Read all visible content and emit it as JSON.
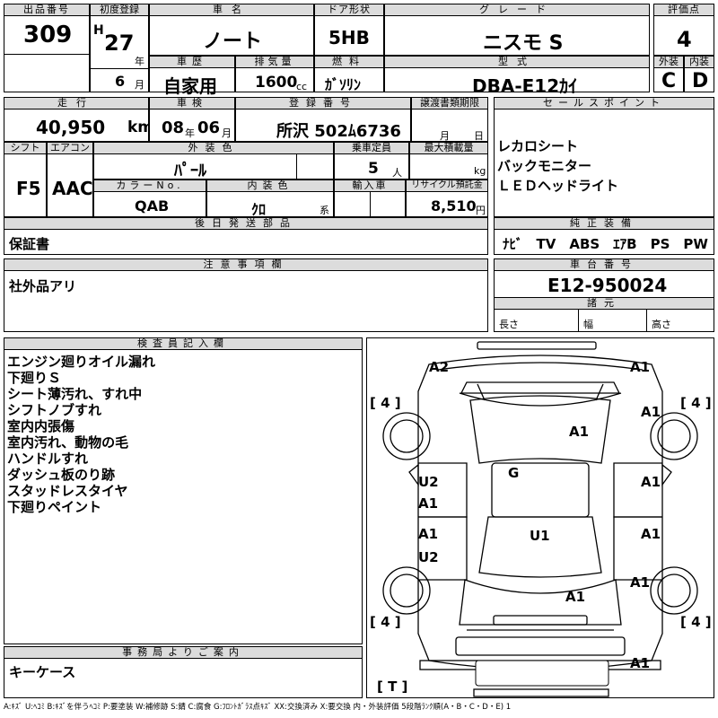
{
  "header": {
    "lot_label": "出品番号",
    "lot": "309",
    "first_reg_label": "初度登録",
    "era": "H",
    "year": "27",
    "year_unit": "年",
    "month": "6",
    "month_unit": "月",
    "car_name_label": "車名",
    "car_name": "ノート",
    "door_label": "ドア形状",
    "door": "5HB",
    "grade_label": "グレード",
    "grade": "ニスモ S",
    "score_label": "評価点",
    "score": "4",
    "history_label": "車歴",
    "history": "自家用",
    "displacement_label": "排気量",
    "displacement": "1600",
    "displacement_unit": "cc",
    "fuel_label": "燃料",
    "fuel": "ｶﾞｿﾘﾝ",
    "model_label": "型式",
    "model": "DBA-E12ｶｲ",
    "exterior_label": "外装",
    "exterior": "C",
    "interior_label": "内装",
    "interior": "D"
  },
  "row2": {
    "mileage_label": "走行",
    "mileage": "40,950",
    "mileage_unit": "km",
    "inspection_label": "車検",
    "insp_year": "08",
    "insp_year_unit": "年",
    "insp_month": "06",
    "insp_month_unit": "月",
    "plate_label": "登録番号",
    "plate": "所沢 502ﾑ6736",
    "transfer_label": "譲渡書類期限",
    "transfer_month": "月",
    "transfer_day": "日",
    "shift_label": "シフト",
    "shift": "F5",
    "ac_label": "エアコン",
    "ac": "AAC",
    "color_label": "外装色",
    "color": "ﾊﾟｰﾙ",
    "capacity_label": "乗車定員",
    "capacity": "5",
    "capacity_unit": "人",
    "load_label": "最大積載量",
    "load_unit": "kg",
    "colorno_label": "カラーNo.",
    "colorno": "QAB",
    "int_color_label": "内装色",
    "int_color": "ｸﾛ",
    "int_color_unit": "系",
    "import_label": "輸入車",
    "recycle_label": "リサイクル預託金",
    "recycle": "8,510",
    "recycle_unit": "円"
  },
  "sales": {
    "label": "セールスポイント",
    "points": [
      "レカロシート",
      "バックモニター",
      "ＬＥＤヘッドライト"
    ]
  },
  "later_parts": {
    "label": "後日発送部品",
    "value": "保証書"
  },
  "equipment": {
    "label": "純正装備",
    "value": "ﾅﾋﾞ　TV　ABS　ｴｱB　PS　PW"
  },
  "notes": {
    "label": "注意事項欄",
    "value": "社外品アリ"
  },
  "chassis": {
    "label": "車台番号",
    "value": "E12-950024",
    "dims_label": "諸元",
    "length": "長さ",
    "width": "幅",
    "height": "高さ"
  },
  "inspector": {
    "label": "検査員記入欄",
    "lines": [
      "エンジン廻りオイル漏れ",
      "下廻りＳ",
      "シート薄汚れ、すれ中",
      "シフトノブすれ",
      "室内内張傷",
      "室内汚れ、動物の毛",
      "ハンドルすれ",
      "ダッシュ板のり跡",
      "スタッドレスタイヤ",
      "下廻りペイント"
    ]
  },
  "office": {
    "label": "事務局よりご案内",
    "value": "キーケース"
  },
  "diagram": {
    "marks": {
      "fr_left": "A2",
      "fr_right": "A1",
      "hood_right": "A1",
      "fender_right": "A1",
      "roof": "G",
      "door_fl_1": "U2",
      "door_fl_2": "A1",
      "door_fr": "A1",
      "door_rl_1": "A1",
      "door_rl_2": "U2",
      "door_rr": "A1",
      "floor": "U1",
      "rear_fender_right": "A1",
      "trunk": "A1",
      "rear_bumper": "A1",
      "tire_fl": "[ 4 ]",
      "tire_fr": "[ 4 ]",
      "tire_rl": "[ 4 ]",
      "tire_rr": "[ 4 ]",
      "spare": "[ T ]"
    }
  },
  "legend": "A:ｷｽﾞ U:ﾍｺﾐ B:ｷｽﾞを伴うﾍｺﾐ P:要塗装 W:補修跡 S:錆 C:腐食 G:ﾌﾛﾝﾄｶﾞﾗｽ点ｷｽﾞ XX:交換済み X:要交換 内・外装評価 5段階ﾗﾝｸ順(A・B・C・D・E) 1"
}
